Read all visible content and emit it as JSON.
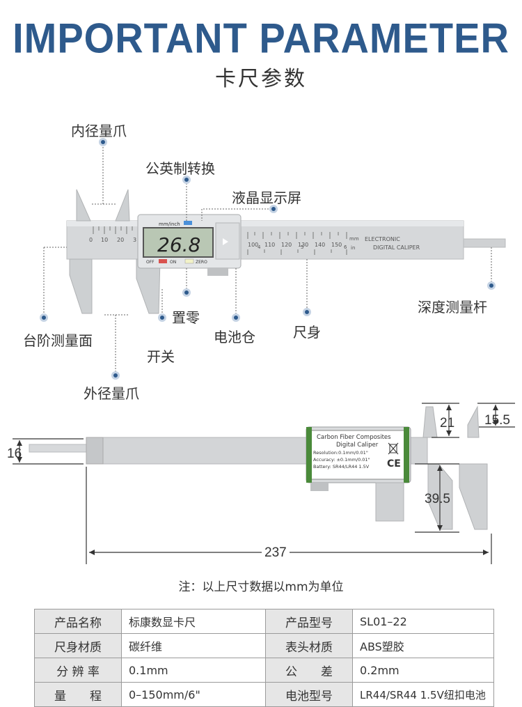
{
  "header": {
    "title": "IMPORTANT PARAMETER",
    "subtitle": "卡尺参数"
  },
  "labels": {
    "inner_jaw": "内径量爪",
    "unit_switch": "公英制转换",
    "lcd": "液晶显示屏",
    "step_face": "台阶测量面",
    "zero": "置零",
    "battery_compartment": "电池仓",
    "body": "尺身",
    "depth_rod": "深度测量杆",
    "power": "开关",
    "outer_jaw": "外径量爪"
  },
  "caliper_front": {
    "lcd_reading": "26.8",
    "unit_text": "mm/inch",
    "off_text": "OFF",
    "on_text": "ON",
    "zero_text": "ZERO",
    "brand_line1": "ELECTRONIC",
    "brand_line2": "DIGITAL CALIPER",
    "mm_text": "mm",
    "in_text": "in",
    "scale_left": [
      "0",
      "10",
      "20",
      "3"
    ],
    "scale_right": [
      "100",
      "110",
      "120",
      "130",
      "140",
      "150"
    ],
    "inch_marks": [
      "4",
      "5",
      "6"
    ]
  },
  "caliper_back": {
    "line1": "Carbon Fiber Composites",
    "line2": "Digital Caliper",
    "line3": "Resolution:0.1mm/0.01\"",
    "line4": "Accuracy: ±0.1mm/0.01\"",
    "line5": "Battery: SR44/LR44 1.5V",
    "ce": "CE"
  },
  "dimensions": {
    "d16": "16",
    "d21": "21",
    "d15_5": "15.5",
    "d39_5": "39.5",
    "d237": "237"
  },
  "note": "注：以上尺寸数据以mm为单位",
  "specs": [
    [
      "产品名称",
      "标康数显卡尺",
      "产品型号",
      "SL01–22"
    ],
    [
      "尺身材质",
      "碳纤维",
      "表头材质",
      "ABS塑胶"
    ],
    [
      "分 辨 率",
      "0.1mm",
      "公　　差",
      "0.2mm"
    ],
    [
      "量　　程",
      "0–150mm/6\"",
      "电池型号",
      "LR44/SR44 1.5V纽扣电池"
    ]
  ],
  "colors": {
    "title": "#2e5a8c",
    "marker": "#2e5a8c",
    "caliper": "#d2d4d6",
    "lcd": "#b9c7b4"
  }
}
